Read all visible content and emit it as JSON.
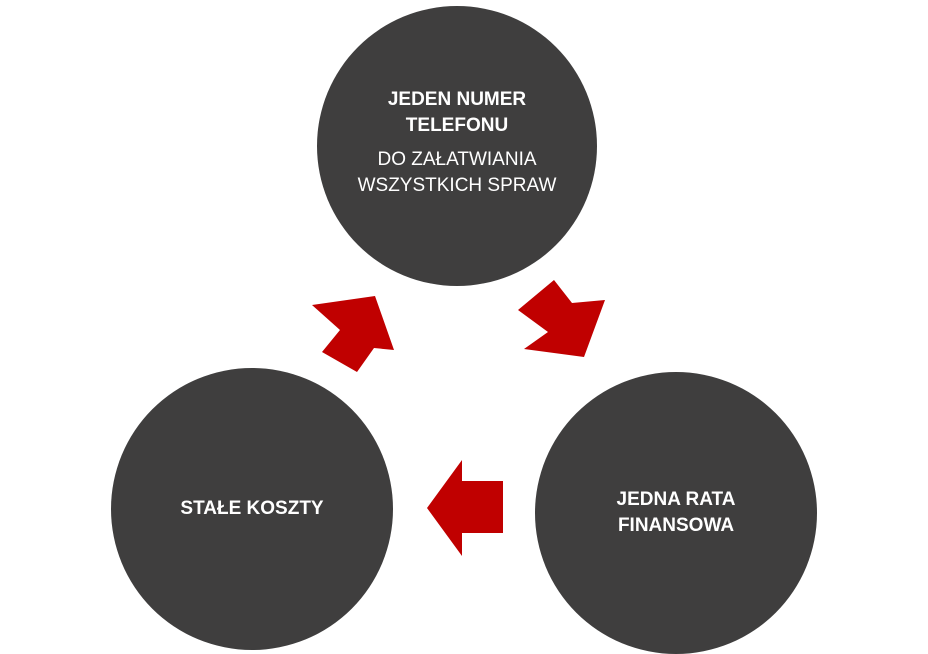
{
  "diagram": {
    "nodes": [
      {
        "id": "top",
        "title": "JEDEN NUMER TELEFONU",
        "subtitle": "DO ZAŁATWIANIA WSZYSTKICH SPRAW"
      },
      {
        "id": "right",
        "title": "JEDNA RATA FINANSOWA"
      },
      {
        "id": "left",
        "title": "STAŁE KOSZTY"
      }
    ],
    "colors": {
      "node_fill": "#3f3e3e",
      "node_text": "#ffffff",
      "arrow_fill": "#c00000",
      "background": "#ffffff"
    },
    "flow": [
      "top",
      "right",
      "left",
      "top"
    ]
  }
}
